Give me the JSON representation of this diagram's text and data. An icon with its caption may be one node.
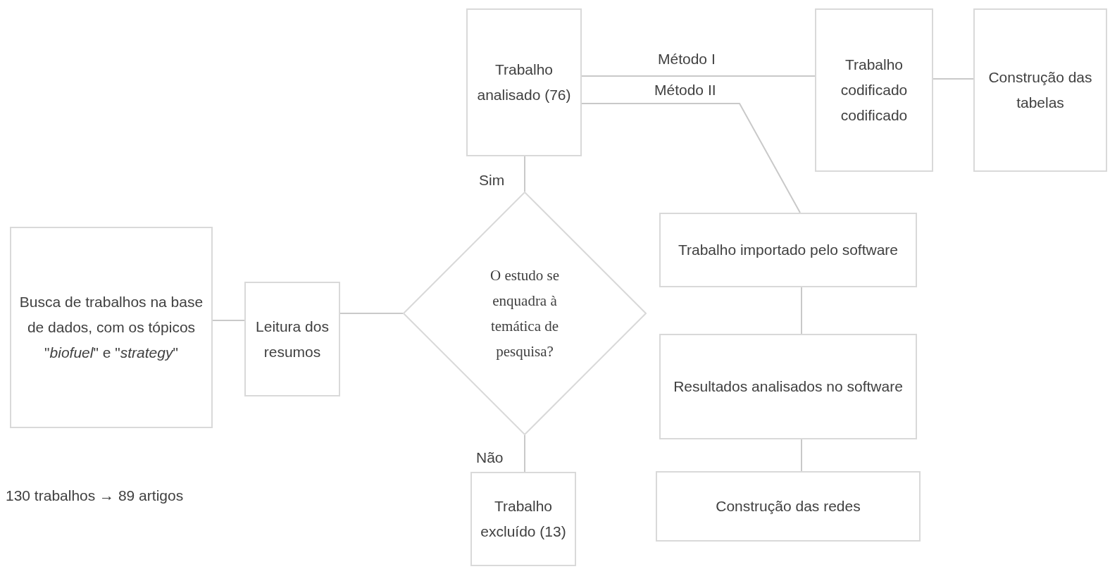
{
  "diagram": {
    "nodes": [
      {
        "text": [
          "Busca de trabalhos na base de dados, com os tópicos \"*biofuel*\" e \"*strategy*\""
        ]
      },
      {
        "text": [
          "Leitura dos resumos"
        ]
      },
      {
        "text": [
          "O estudo se enquadra à temática de pesquisa?"
        ]
      },
      {
        "text": [
          "Trabalho analisado (76)"
        ]
      },
      {
        "text": [
          "Trabalho codificado codificado"
        ]
      },
      {
        "text": [
          "Construção das tabelas"
        ]
      },
      {
        "text": [
          "Trabalho importado pelo software"
        ]
      },
      {
        "text": [
          "Resultados analisados no software"
        ]
      },
      {
        "text": [
          "Construção das redes"
        ]
      },
      {
        "text": [
          "Trabalho excluído (13)"
        ]
      }
    ],
    "edges": [
      {
        "from": 0,
        "to": 1,
        "arrow": "none"
      },
      {
        "from": 1,
        "to": 2,
        "arrow": "none"
      },
      {
        "from": 2,
        "to": 3,
        "arrow": "none",
        "label": "Sim"
      },
      {
        "from": 2,
        "to": 9,
        "arrow": "none",
        "label": "Não"
      },
      {
        "from": 3,
        "to": 4,
        "arrow": "none",
        "label": "Método I"
      },
      {
        "from": 3,
        "to": 6,
        "arrow": "none",
        "label": "Método II"
      },
      {
        "from": 4,
        "to": 5,
        "arrow": "none"
      },
      {
        "from": 6,
        "to": 7,
        "arrow": "none"
      },
      {
        "from": 7,
        "to": 8,
        "arrow": "none"
      }
    ],
    "labels": [
      "130 trabalhos → 89 artigos"
    ]
  }
}
